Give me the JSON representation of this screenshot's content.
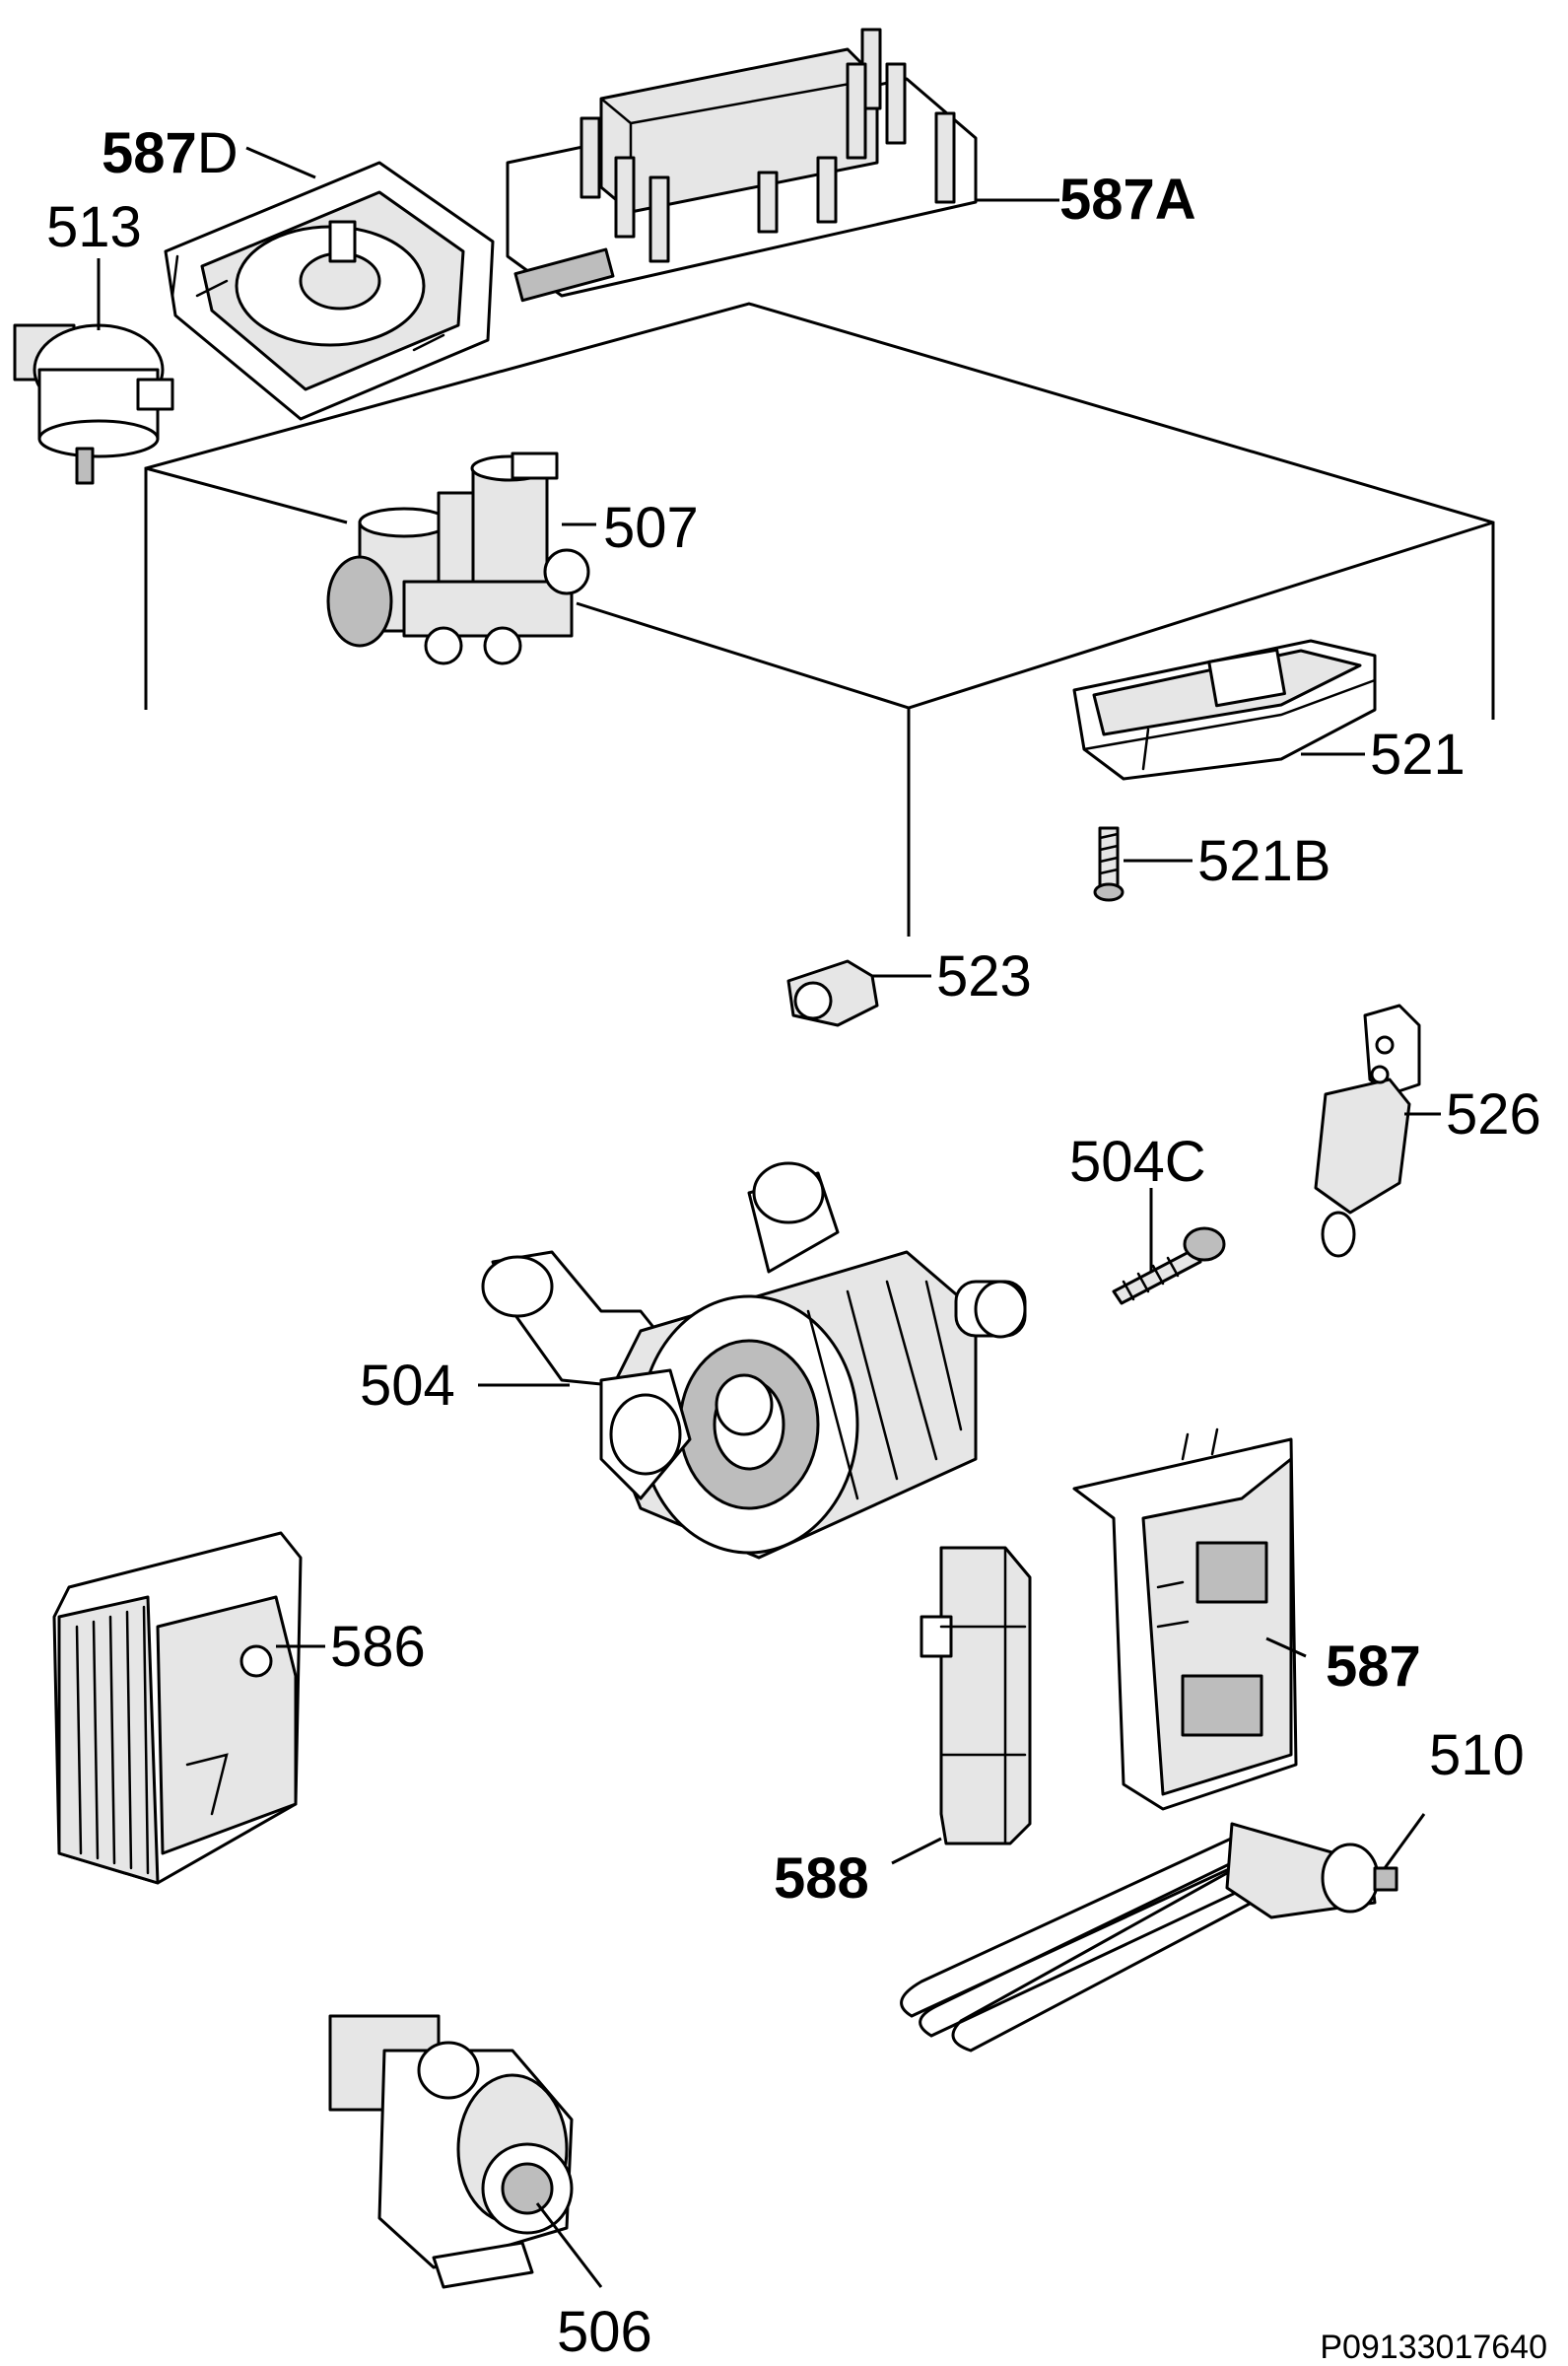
{
  "labels": {
    "l587D_num": "587",
    "l587D_suffix": "D",
    "l513": "513",
    "l587A": "587A",
    "l507": "507",
    "l521": "521",
    "l521B": "521B",
    "l523": "523",
    "l526": "526",
    "l504C": "504C",
    "l504": "504",
    "l586": "586",
    "l587": "587",
    "l510": "510",
    "l588": "588",
    "l506": "506"
  },
  "reference_code": "P09133017640"
}
